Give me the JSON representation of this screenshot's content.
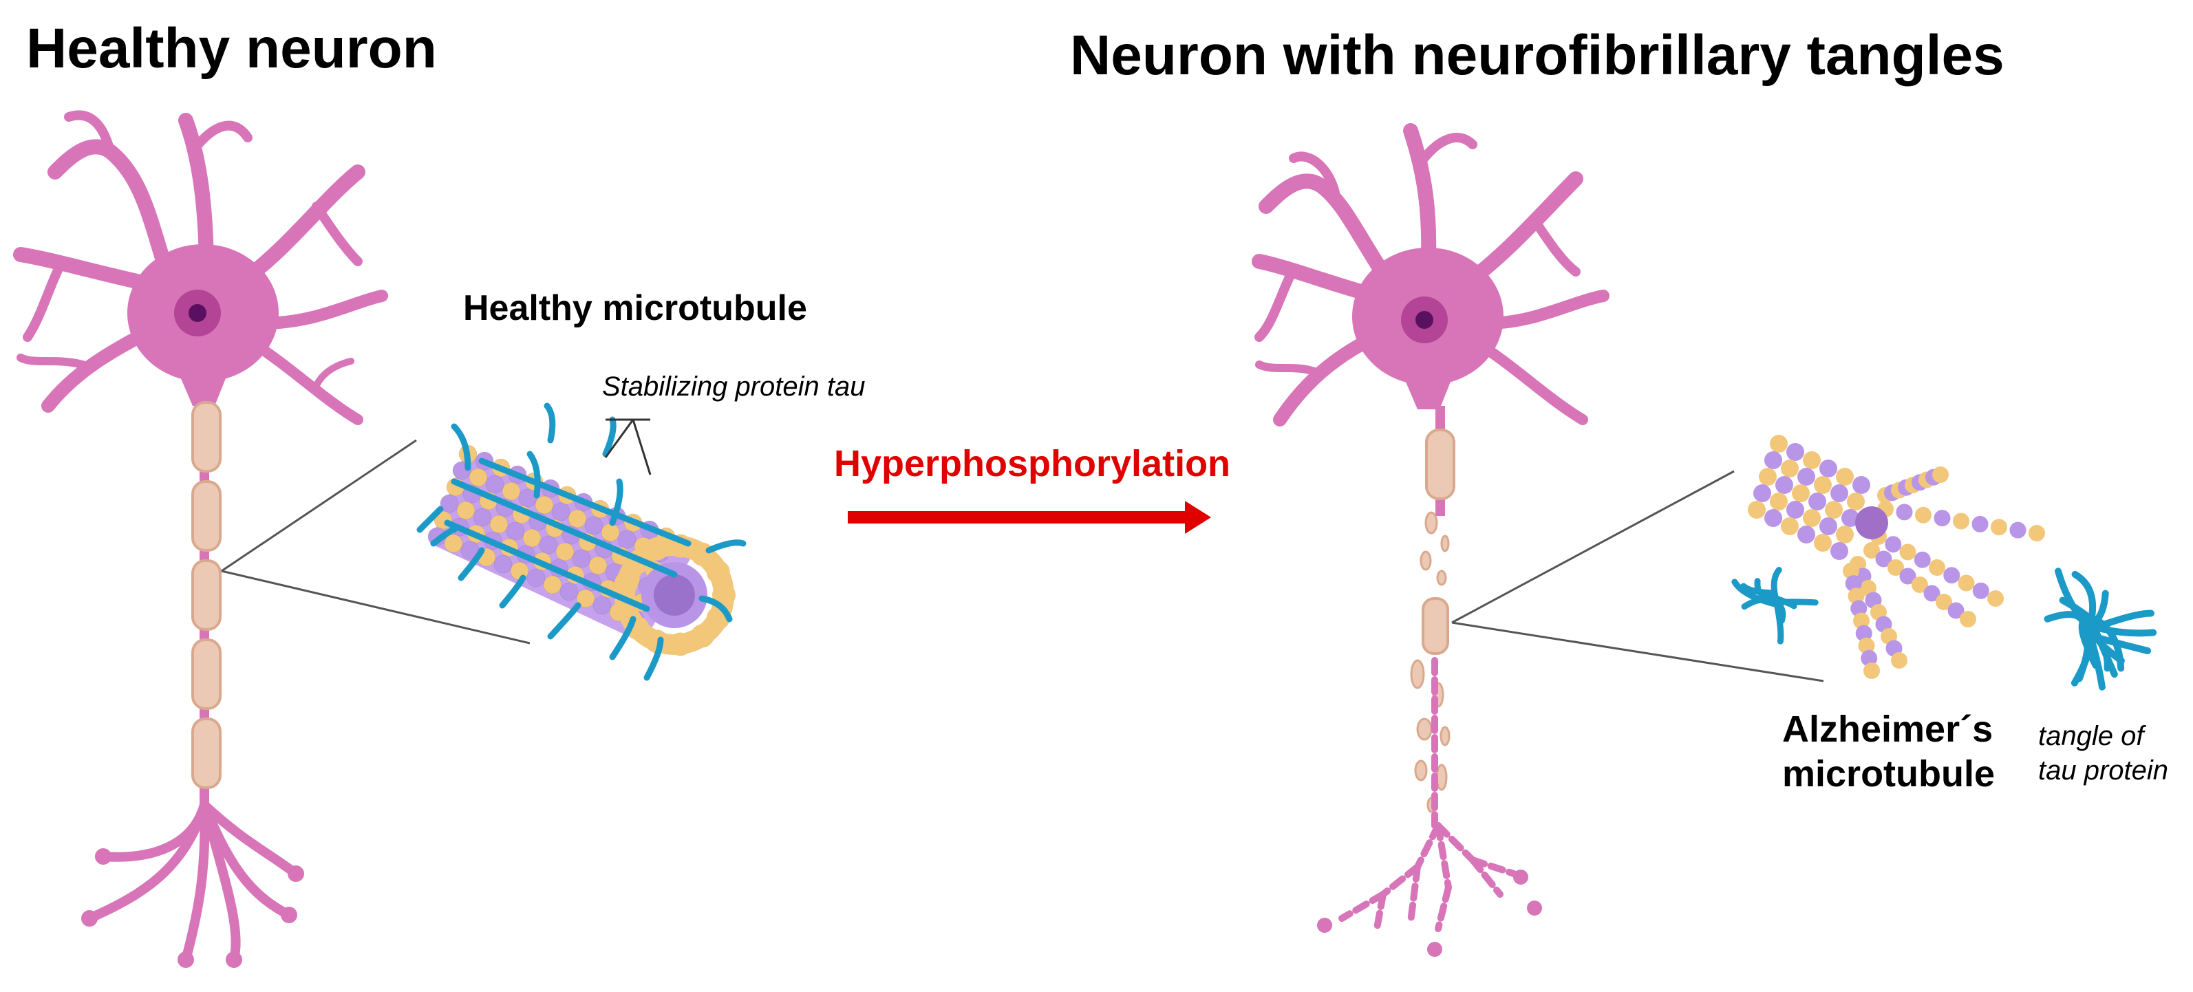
{
  "titles": {
    "healthy_neuron": "Healthy neuron",
    "tangle_neuron": "Neuron with neurofibrillary tangles"
  },
  "labels": {
    "healthy_microtubule": "Healthy microtubule",
    "stabilizing_tau": "Stabilizing protein tau",
    "process": "Hyperphosphorylation",
    "alz_microtubule_line1": "Alzheimer´s",
    "alz_microtubule_line2": "microtubule",
    "tangle_line1": "tangle of",
    "tangle_line2": "tau protein"
  },
  "colors": {
    "neuron_pink": "#d875b8",
    "neuron_pink_dark": "#c0529c",
    "soma_ring": "#b44496",
    "nucleus": "#5a1060",
    "myelin": "#ecc9b4",
    "myelin_edge": "#d9a98f",
    "tubulin_alpha": "#b895e6",
    "tubulin_beta": "#f2c77a",
    "tau": "#1b9ac8",
    "arrow": "#e00000",
    "zoom_line": "#555555"
  }
}
